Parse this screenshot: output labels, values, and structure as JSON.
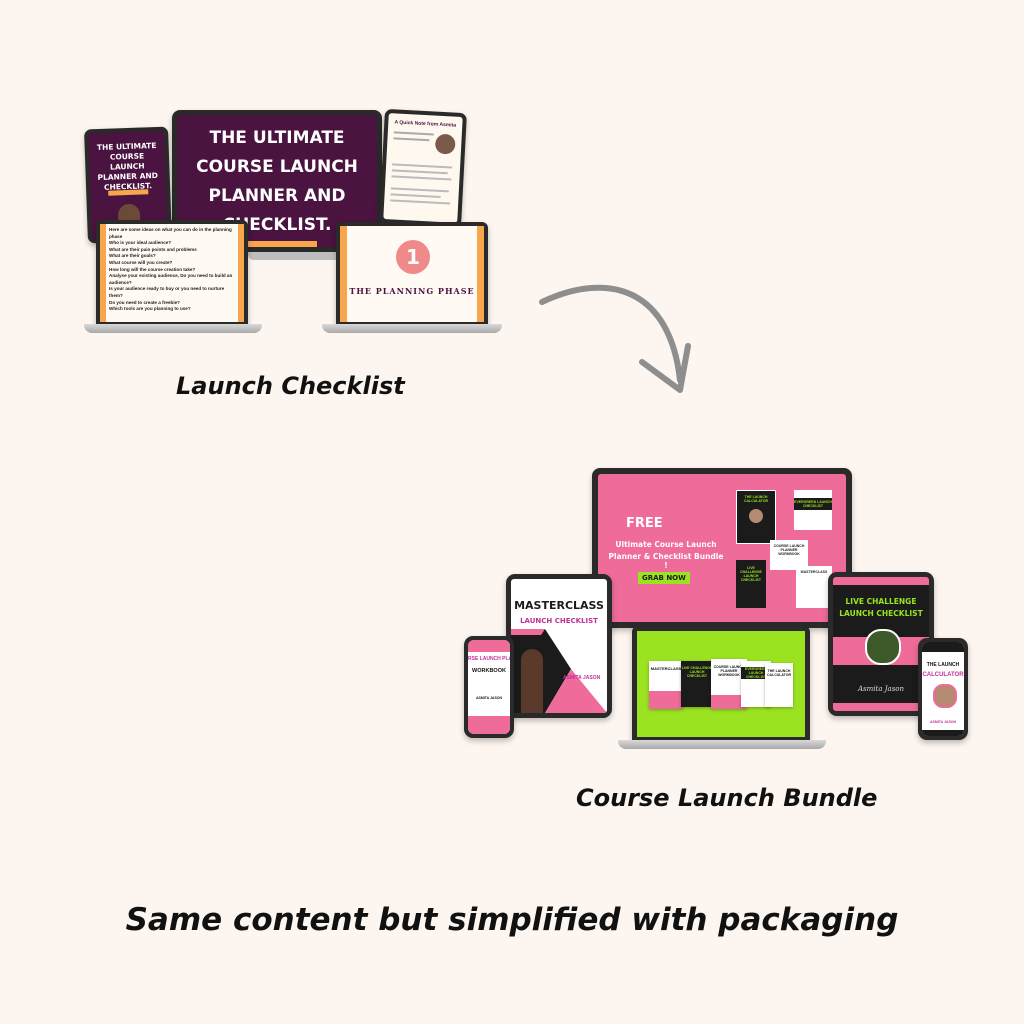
{
  "top_group": {
    "left_tablet": {
      "title": "THE ULTIMATE COURSE LAUNCH PLANNER AND CHECKLIST."
    },
    "center_monitor": {
      "title_lines": [
        "THE ULTIMATE",
        "COURSE LAUNCH",
        "PLANNER AND",
        "CHECKLIST."
      ]
    },
    "right_tablet": {
      "heading": "A Quick Note from Asmita"
    },
    "laptop_left": {
      "intro": "Here are some ideas on what you can do in the planning phase",
      "items": [
        "Who is your ideal audience?",
        "What are their pain points and problems",
        "What are their goals?",
        "What course will you create?",
        "How long will the course creation take?",
        "Analyse your existing audience, Do you need to build an audience?",
        "Is your audience ready to buy or you need to nurture them?",
        "Do you need to create a freebie?",
        "Which tools are you planning to use?"
      ]
    },
    "laptop_right": {
      "number": "1",
      "phase": "THE PLANNING PHASE"
    },
    "caption": "Launch Checklist"
  },
  "bottom_group": {
    "monitor": {
      "free": "FREE",
      "line1": "Ultimate Course Launch",
      "line2": "Planner & Checklist Bundle !",
      "button": "GRAB NOW",
      "mini_calc": "THE LAUNCH CALCULATOR",
      "mini_checklist": "EVERGREEN LAUNCH CHECKLIST",
      "mini_workbook": "COURSE LAUNCH PLANNER WORKBOOK",
      "mini_live": "LIVE CHALLENGE LAUNCH CHECKLIST",
      "mini_master": "MASTERCLASS"
    },
    "tablet_left": {
      "title": "MASTERCLASS",
      "subtitle": "LAUNCH CHECKLIST",
      "author": "ASMITA JASON"
    },
    "phone_left": {
      "line1": "RSE LAUNCH PLAN",
      "line2": "WORKBOOK",
      "author": "ASMITA JASON"
    },
    "laptop": {
      "card1": "MASTERCLASS",
      "card2": "LIVE CHALLENGE LAUNCH CHECKLIST",
      "card3": "COURSE LAUNCH PLANNER WORKBOOK",
      "card4": "EVERGREEN LAUNCH CHECKLIST",
      "card5": "THE LAUNCH CALCULATOR"
    },
    "tablet_right": {
      "line1": "LIVE CHALLENGE",
      "line2": "LAUNCH CHECKLIST",
      "signature": "Asmita Jason"
    },
    "phone_right": {
      "line1": "THE LAUNCH",
      "line2": "CALCULATOR",
      "author": "ASMITA JASON"
    },
    "caption": "Course Launch Bundle"
  },
  "footer": "Same content but simplified with packaging",
  "colors": {
    "background": "#fdf5ef",
    "purple": "#4a1340",
    "pink": "#ee6b9a",
    "lime": "#9be320",
    "orange": "#f7a64c",
    "arrow": "#8e8e8e"
  },
  "icons": [
    "curved-arrow-icon"
  ]
}
